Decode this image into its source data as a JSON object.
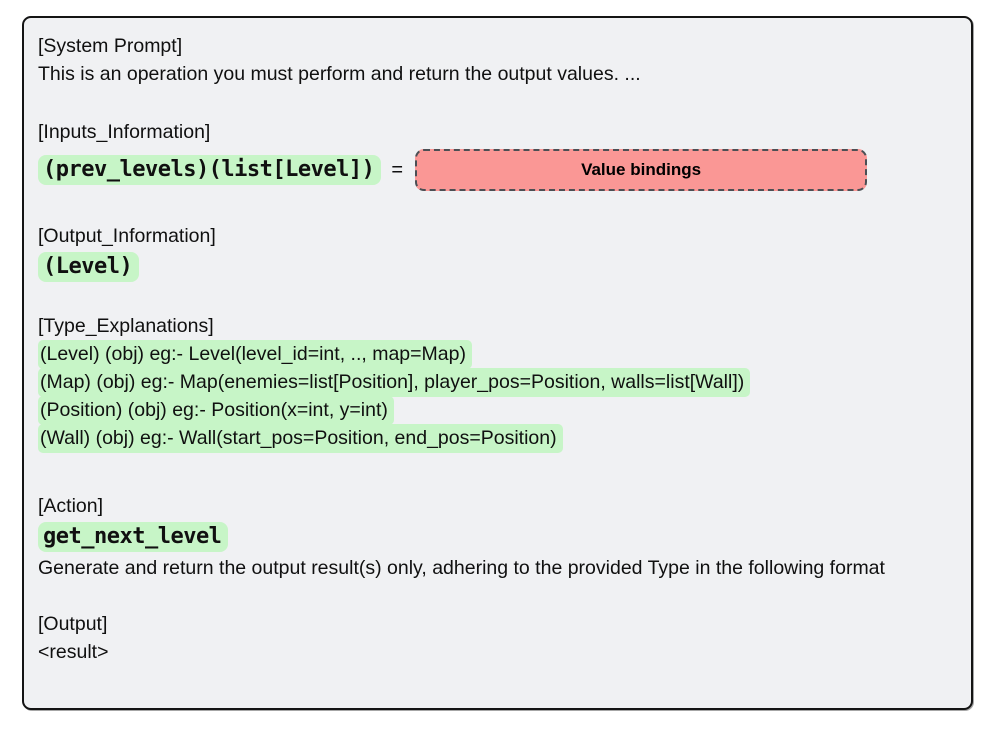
{
  "panel": {
    "background_color": "#f0f1f3",
    "highlight_green": "#c7f5c7",
    "binding_fill": "#fa9795",
    "system_prompt": {
      "header": "[System Prompt]",
      "body": "This is an operation you must perform and return the output values. ..."
    },
    "inputs": {
      "header": "[Inputs_Information]",
      "signature": "(prev_levels)(list[Level])",
      "equals": "=",
      "binding_label": "Value bindings"
    },
    "output_info": {
      "header": "[Output_Information]",
      "type": "(Level)"
    },
    "type_explanations": {
      "header": "[Type_Explanations]",
      "lines": [
        "(Level) (obj) eg:- Level(level_id=int, .., map=Map)",
        "(Map) (obj) eg:- Map(enemies=list[Position], player_pos=Position, walls=list[Wall])",
        "(Position) (obj) eg:- Position(x=int, y=int)",
        "(Wall) (obj) eg:- Wall(start_pos=Position, end_pos=Position)"
      ]
    },
    "action": {
      "header": "[Action]",
      "name": "get_next_level",
      "body": "Generate and return the output result(s) only, adhering to the provided Type in the following format"
    },
    "output": {
      "header": "[Output]",
      "placeholder": "<result>"
    }
  }
}
